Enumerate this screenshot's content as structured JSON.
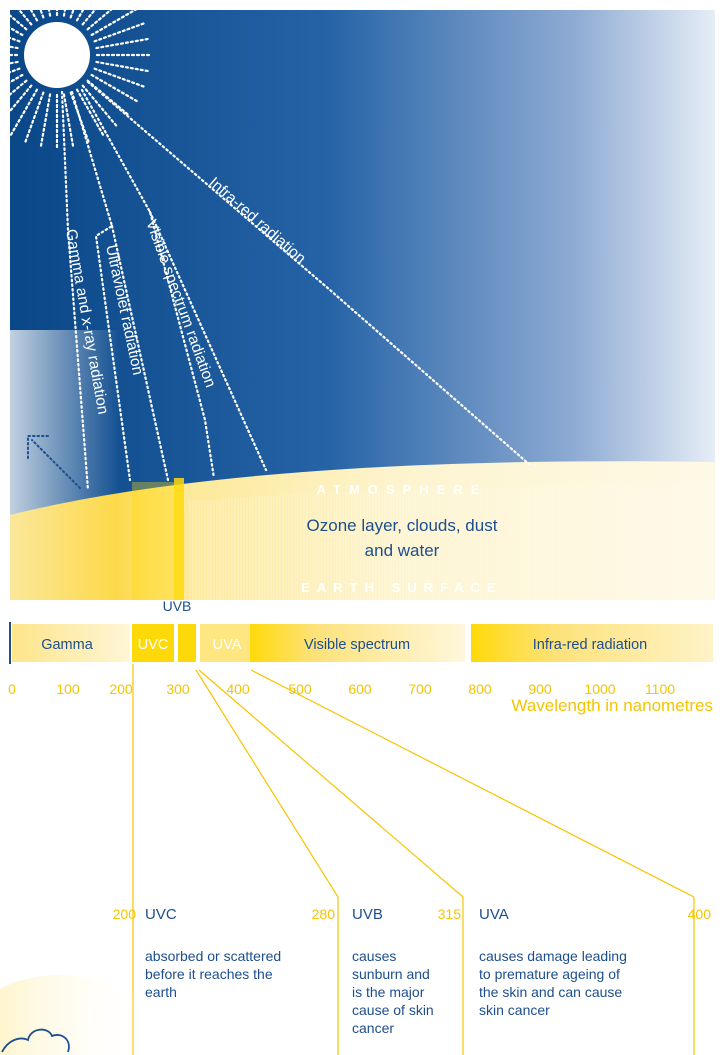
{
  "rays": {
    "gamma": "Gamma and x-ray radiation",
    "ultraviolet": "Ultraviolet radiation",
    "visible": "Visible spectrum radiation",
    "infrared": "Infra-red radiation"
  },
  "atmosphere": {
    "top_label": "ATMOSPHERE",
    "middle_line1": "Ozone layer, clouds, dust",
    "middle_line2": "and water",
    "bottom_label": "EARTH SURFACE"
  },
  "spectrum": {
    "uvb_label": "UVB",
    "bands": [
      {
        "label": "Gamma"
      },
      {
        "label": "UVC"
      },
      {
        "label": "UVA"
      },
      {
        "label": "Visible spectrum"
      },
      {
        "label": "Infra-red radiation"
      }
    ],
    "ticks": [
      "0",
      "100",
      "200",
      "300",
      "400",
      "500",
      "600",
      "700",
      "800",
      "900",
      "1000",
      "1100"
    ],
    "axis_label": "Wavelength in nanometres"
  },
  "uv_detail": {
    "boundaries": [
      "200",
      "280",
      "315",
      "400"
    ],
    "columns": [
      {
        "name": "UVC",
        "line1": "absorbed or scattered",
        "line2": "before it reaches the",
        "line3": "earth"
      },
      {
        "name": "UVB",
        "line1": "causes",
        "line2": "sunburn and",
        "line3": "is the major",
        "line4": "cause of skin",
        "line5": "cancer"
      },
      {
        "name": "UVA",
        "line1": "causes damage leading",
        "line2": "to premature ageing of",
        "line3": "the skin and can cause",
        "line4": "skin cancer"
      }
    ]
  },
  "colors": {
    "sky_dark": "#0b4a8c",
    "sky_light": "#e8eef6",
    "band_yellow": "#fed90a",
    "band_pale": "#fdf6c6",
    "accent_yellow": "#f6c400",
    "text_blue": "#1d4e8f",
    "text_white": "#ffffff"
  },
  "icons": [
    "sun-icon",
    "cloud-icon",
    "reflection-arrow-icon"
  ]
}
